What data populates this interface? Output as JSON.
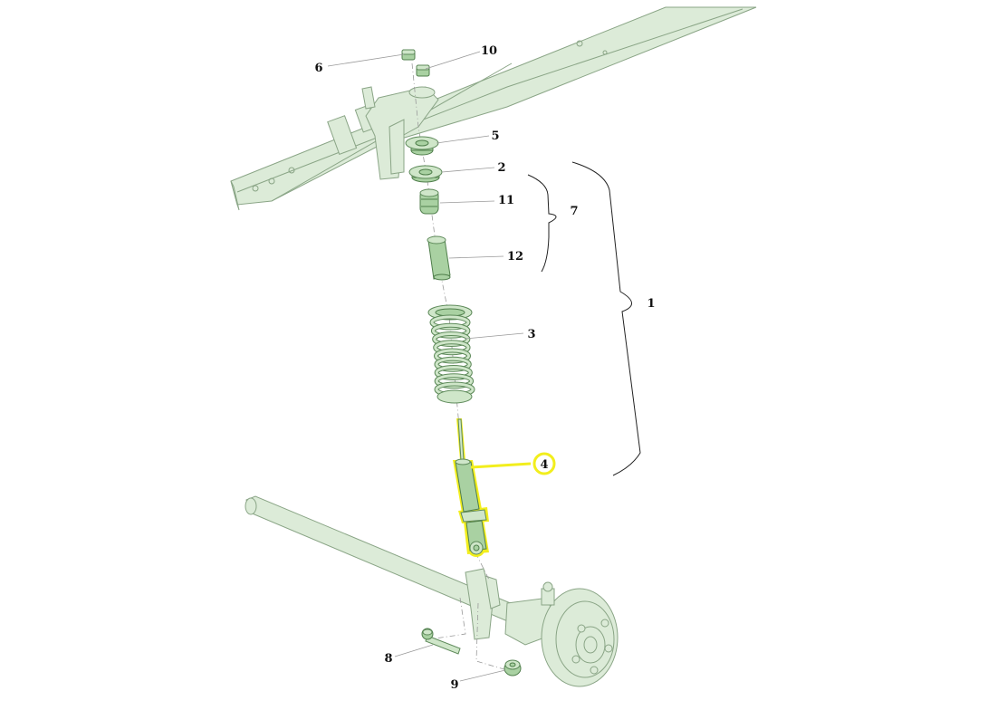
{
  "colors": {
    "part_fill": "#cfe6c9",
    "part_stroke": "#5e8a5a",
    "highlight": "#f2ee1d",
    "leader": "#9a9a9a"
  },
  "callouts": [
    {
      "id": "c1",
      "label": "1"
    },
    {
      "id": "c2",
      "label": "2"
    },
    {
      "id": "c3",
      "label": "3"
    },
    {
      "id": "c4",
      "label": "4",
      "highlighted": true
    },
    {
      "id": "c5",
      "label": "5"
    },
    {
      "id": "c6",
      "label": "6"
    },
    {
      "id": "c7",
      "label": "7"
    },
    {
      "id": "c8",
      "label": "8"
    },
    {
      "id": "c9",
      "label": "9"
    },
    {
      "id": "c10",
      "label": "10"
    },
    {
      "id": "c11",
      "label": "11"
    },
    {
      "id": "c12",
      "label": "12"
    }
  ]
}
